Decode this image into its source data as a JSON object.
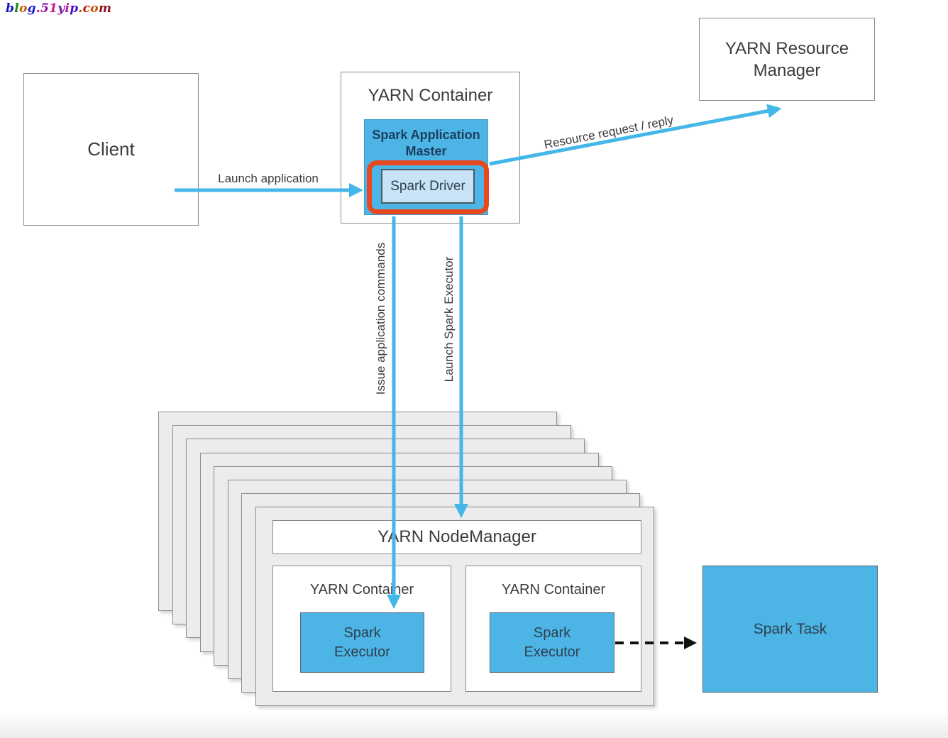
{
  "watermark": {
    "text": "blog.51yip.com",
    "letters": [
      {
        "ch": "b",
        "color": "#1515c8"
      },
      {
        "ch": "l",
        "color": "#0f8a0f"
      },
      {
        "ch": "o",
        "color": "#c06000"
      },
      {
        "ch": "g",
        "color": "#2020d0"
      },
      {
        "ch": ".",
        "color": "#a00060"
      },
      {
        "ch": "5",
        "color": "#8a10a0"
      },
      {
        "ch": "1",
        "color": "#d01090"
      },
      {
        "ch": "y",
        "color": "#7a10b0"
      },
      {
        "ch": "i",
        "color": "#c010a0"
      },
      {
        "ch": "p",
        "color": "#4a10c8"
      },
      {
        "ch": ".",
        "color": "#954010"
      },
      {
        "ch": "c",
        "color": "#cc1500"
      },
      {
        "ch": "o",
        "color": "#c05500"
      },
      {
        "ch": "m",
        "color": "#8a1520"
      }
    ]
  },
  "nodes": {
    "client": {
      "label": "Client"
    },
    "yarn_container_top": {
      "title": "YARN Container"
    },
    "spark_application_master": {
      "label": "Spark Application Master"
    },
    "spark_driver": {
      "label": "Spark Driver"
    },
    "yarn_resource_manager": {
      "label": "YARN Resource Manager"
    },
    "yarn_node_manager": {
      "label": "YARN NodeManager"
    },
    "yarn_container_left": {
      "title": "YARN Container"
    },
    "yarn_container_right": {
      "title": "YARN Container"
    },
    "spark_executor_left": {
      "label": "Spark Executor"
    },
    "spark_executor_right": {
      "label": "Spark Executor"
    },
    "spark_task": {
      "label": "Spark Task"
    }
  },
  "edges": {
    "launch_application": {
      "label": "Launch application"
    },
    "resource_request": {
      "label": "Resource request / reply"
    },
    "issue_commands": {
      "label": "Issue application commands"
    },
    "launch_executor": {
      "label": "Launch Spark Executor"
    }
  },
  "colors": {
    "node_blue": "#4db5e6",
    "driver_light_blue": "#c8e2f6",
    "highlight_red": "#e8481e",
    "arrow_blue": "#42b7e8",
    "arrow_black": "#111111",
    "gray_fill": "#ececec",
    "border_gray": "#8a8a8a",
    "text_dark": "#3c3c3c",
    "text_navy": "#1b3e5f"
  },
  "stack": {
    "node_count": 8
  }
}
